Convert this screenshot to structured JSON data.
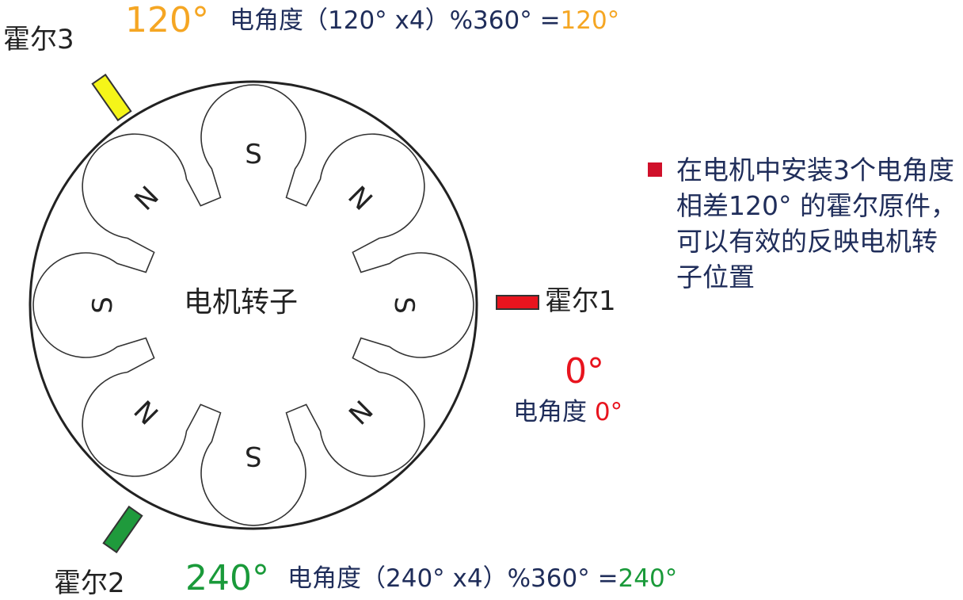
{
  "hall3": {
    "label": "霍尔3",
    "angle": "120°",
    "formula_prefix": "电角度（120° x4）%360° =",
    "formula_result": "120°",
    "color": "#f5a623"
  },
  "hall2": {
    "label": "霍尔2",
    "angle": "240°",
    "formula_prefix": "电角度（240° x4）%360° =",
    "formula_result": "240°",
    "color": "#1a9a3a"
  },
  "hall1": {
    "label": "霍尔1",
    "angle": "0°",
    "formula_prefix": "电角度 ",
    "formula_result": "0°",
    "color": "#e8141e"
  },
  "rotor": {
    "label": "电机转子",
    "poles": [
      "S",
      "N",
      "S",
      "N",
      "S",
      "N",
      "S",
      "N"
    ]
  },
  "note": {
    "text": "在电机中安装3个电角度相差120° 的霍尔原件，可以有效的反映电机转子位置",
    "bullet_color": "#d0102a"
  }
}
